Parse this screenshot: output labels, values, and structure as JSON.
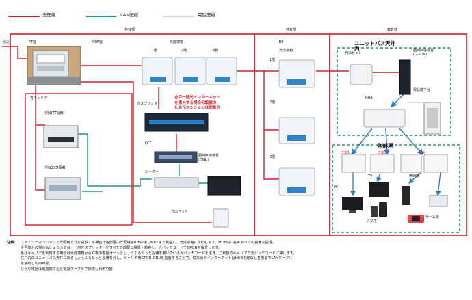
{
  "legend": {
    "optical": {
      "label": "光配線",
      "color": "#d1202a"
    },
    "lan": {
      "label": "LAN配線",
      "color": "#1f9a8a"
    },
    "phone": {
      "label": "電話配線",
      "color": "#bfbfbf"
    }
  },
  "sections": {
    "common_left": "共有部",
    "common_mid": "共有部",
    "private": "専有部"
  },
  "labels": {
    "inlet": "引込",
    "pt_board": "PT盤",
    "mdf": "MDF室",
    "optical_terminal_top": "光成端箱",
    "floor1": "1階",
    "floor2": "2階",
    "floor3": "3階",
    "carriers": "各キャリア",
    "ntt": "(例)NTT設備",
    "kddi": "(例)KDDI設備",
    "splitter": "光スプリッター",
    "olt": "OLT",
    "router": "ルーター",
    "dnu": "回線終端装置\n(DNU)",
    "outlet_common": "光ロゼット",
    "idf": "IDF",
    "idf_terminal": "光成端箱",
    "idf_f1": "1階",
    "idf_f2": "2階",
    "idf_f3": "3階",
    "unit_bath": "ユニットバス天井\n内",
    "outlet_private": "光ロゼット",
    "gpon": "回線終端装置\n(G-PON)",
    "phone_terminal": "電話端子台",
    "hub": "HUB",
    "rooms": "各部屋",
    "room_a": "洋室1",
    "room_b": "洋室2",
    "room_c": "LDK",
    "tv": "TV",
    "wireless": "無線機",
    "pc": "PC",
    "smartphone": "スマホ",
    "game": "ゲーム機"
  },
  "callout": "全戸一括光インターネット\nを導入する場合の設備の\nため光マンションは対象外",
  "notes": {
    "label": "注解：",
    "lines": [
      "ファミリーマンションで光配線方式を提供する場合は各部屋の光配線をIDF中継しMDFまで敷設し、光成端箱に集約します。MDF内に各キャリアの設備を設置。",
      "全戸加入の場合はしょうふるねっと用光スプリッターをすべての部屋に設置・敷設し、光パッチコードでGPONを設置します。",
      "各社キャリアを利用する場合は光成端箱から対象の部屋ポートとしょうふるねっと設備を繋いでいる光パッチコードを抜き、ご希望のキャリアの光パッチコードに挿します。",
      "住戸内のユニットバス天井にあるしょうふるねっと設備を外し、キャリア用GPON-ONUを設置することで、従来通りインターネットはHUBを経由し各部屋でLANケーブル",
      "を接続し利用可能。",
      "ひかり電話は電話端子台と電話ケーブルで接続し利用可能"
    ]
  }
}
